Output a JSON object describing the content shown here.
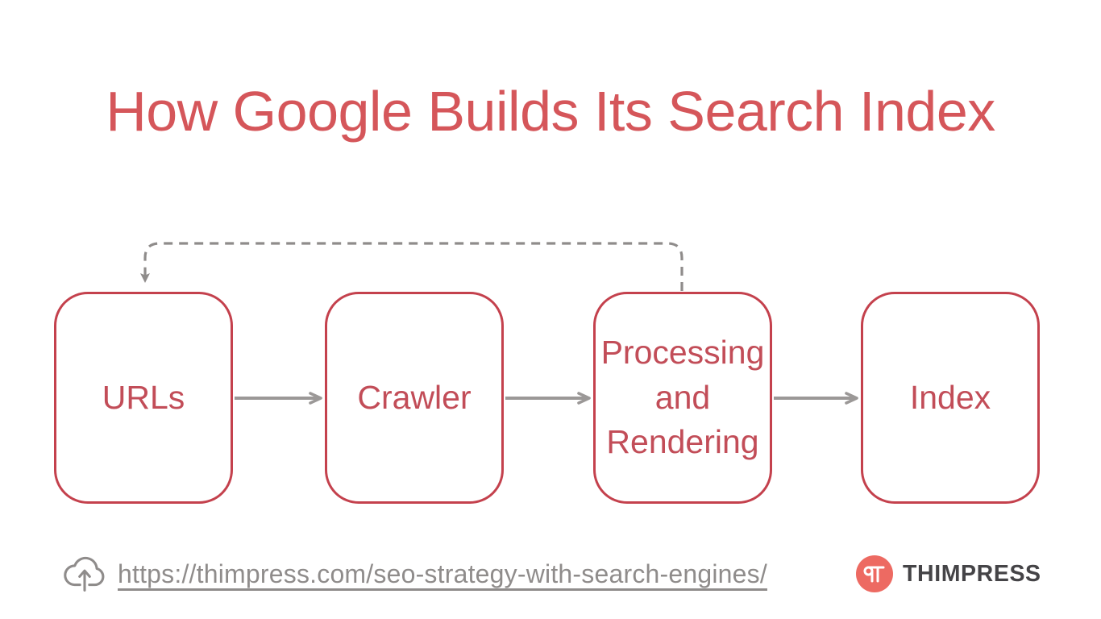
{
  "title": "How Google Builds Its Search Index",
  "diagram": {
    "nodes": [
      {
        "id": "urls",
        "label": "URLs"
      },
      {
        "id": "crawler",
        "label": "Crawler"
      },
      {
        "id": "processing",
        "label": "Processing and Rendering"
      },
      {
        "id": "index",
        "label": "Index"
      }
    ],
    "edges": [
      {
        "from": "URLs",
        "to": "Crawler",
        "style": "solid-arrow"
      },
      {
        "from": "Crawler",
        "to": "Processing and Rendering",
        "style": "solid-arrow"
      },
      {
        "from": "Processing and Rendering",
        "to": "Index",
        "style": "solid-arrow"
      },
      {
        "from": "Processing and Rendering",
        "to": "URLs",
        "style": "dashed-feedback-arrow"
      }
    ]
  },
  "footer": {
    "link_text": "https://thimpress.com/seo-strategy-with-search-engines/",
    "link_icon": "cloud-upload-icon",
    "brand_icon": "thimpress-logo",
    "brand_name": "THIMPRESS"
  },
  "colors": {
    "background": "#ffffff",
    "title_red": "#d5565a",
    "node_border_red": "#c4414d",
    "node_text_red": "#c24d58",
    "arrow_gray": "#9b9897",
    "dashed_gray": "#8f8c8b",
    "link_gray": "#8f8c8b",
    "brand_text": "#454447",
    "logo_coral": "#ed6a62"
  }
}
